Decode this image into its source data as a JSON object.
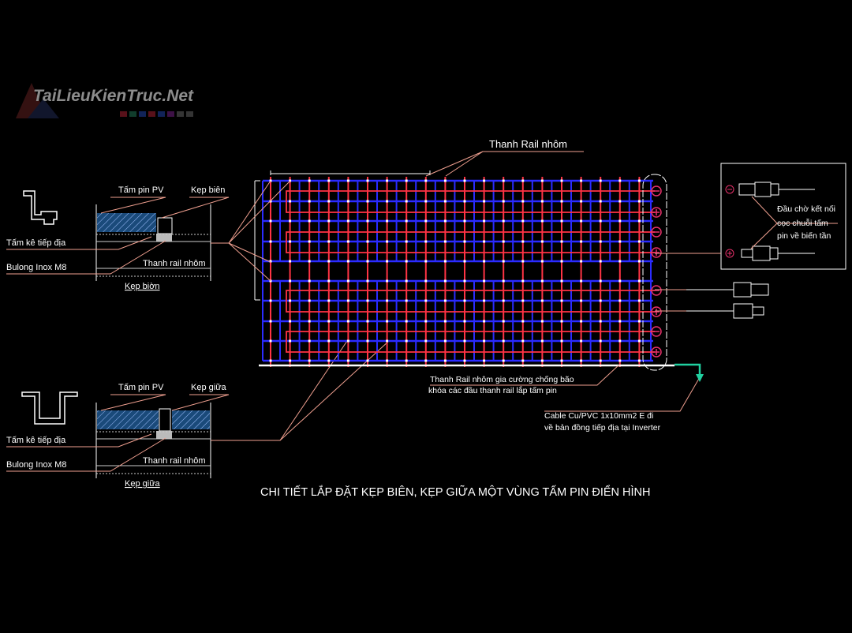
{
  "logo": {
    "text": "TaiLieuKienTruc.Net"
  },
  "edge_detail": {
    "panel": "Tấm pin PV",
    "clamp": "Kẹp biên",
    "ground_plate": "Tấm kê tiếp địa",
    "bolt": "Bulong Inox M8",
    "rail": "Thanh rail nhôm",
    "caption": "Kẹp biờn"
  },
  "mid_detail": {
    "panel": "Tấm pin PV",
    "clamp": "Kẹp giữa",
    "ground_plate": "Tấm kê tiếp địa",
    "bolt": "Bulong Inox M8",
    "rail": "Thanh rail nhôm",
    "caption": "Kẹp giữa"
  },
  "array": {
    "rail_label": "Thanh Rail nhôm",
    "reinforce_line1": "Thanh Rail nhôm gia cường chống bão",
    "reinforce_line2": "khóa các đầu thanh rail lắp tấm pin",
    "cable_line1": "Cable Cu/PVC 1x10mm2 E đi",
    "cable_line2": "về bản đồng tiếp địa tại Inverter",
    "terminals": [
      "-",
      "+",
      "-",
      "+",
      "-",
      "+",
      "-",
      "+"
    ]
  },
  "connector_box": {
    "line1": "Đầu chờ kết nối",
    "line2": "cọc chuỗi tấm",
    "line3": "pin về biến tần"
  },
  "title": "CHI TIẾT LẮP ĐẶT KẸP BIÊN, KẸP GIỮA MỘT VÙNG TẤM PIN ĐIỂN HÌNH",
  "colors": {
    "rail": "#2b2bff",
    "frame": "#ff3344",
    "leader": "#f0a090",
    "terminal": "#e8306a",
    "ground": "#20d0a0"
  }
}
